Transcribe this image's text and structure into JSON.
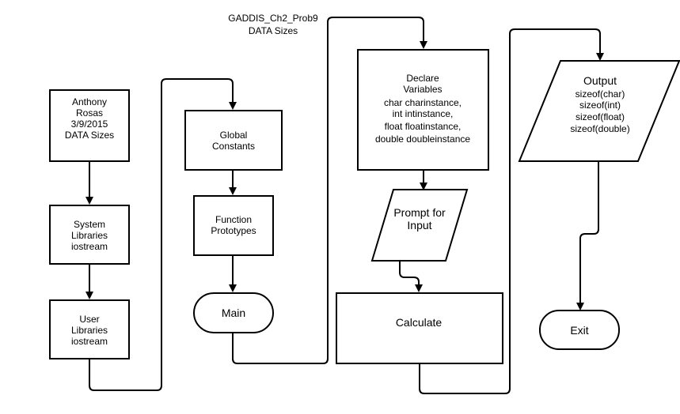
{
  "title": {
    "lines": [
      "GADDIS_Ch2_Prob9",
      "DATA Sizes"
    ]
  },
  "nodes": {
    "author": {
      "lines": [
        "Anthony",
        "Rosas",
        "3/9/2015",
        "DATA Sizes"
      ]
    },
    "system_libraries": {
      "lines": [
        "System",
        "Libraries",
        "iostream"
      ]
    },
    "user_libraries": {
      "lines": [
        "User",
        "Libraries",
        "iostream"
      ]
    },
    "global_constants": {
      "lines": [
        "Global",
        "Constants"
      ]
    },
    "function_prototypes": {
      "lines": [
        "Function",
        "Prototypes"
      ]
    },
    "main": {
      "lines": [
        "Main"
      ]
    },
    "declare_variables": {
      "lines": [
        "Declare",
        "Variables",
        "char charinstance,",
        "int intinstance,",
        "float floatinstance,",
        "double doubleinstance"
      ]
    },
    "prompt_input": {
      "lines": [
        "Prompt for",
        "Input"
      ]
    },
    "calculate": {
      "lines": [
        "Calculate"
      ]
    },
    "output": {
      "lines": [
        "Output",
        "sizeof(char)",
        "sizeof(int)",
        "sizeof(float)",
        "sizeof(double)"
      ]
    },
    "exit": {
      "lines": [
        "Exit"
      ]
    }
  }
}
